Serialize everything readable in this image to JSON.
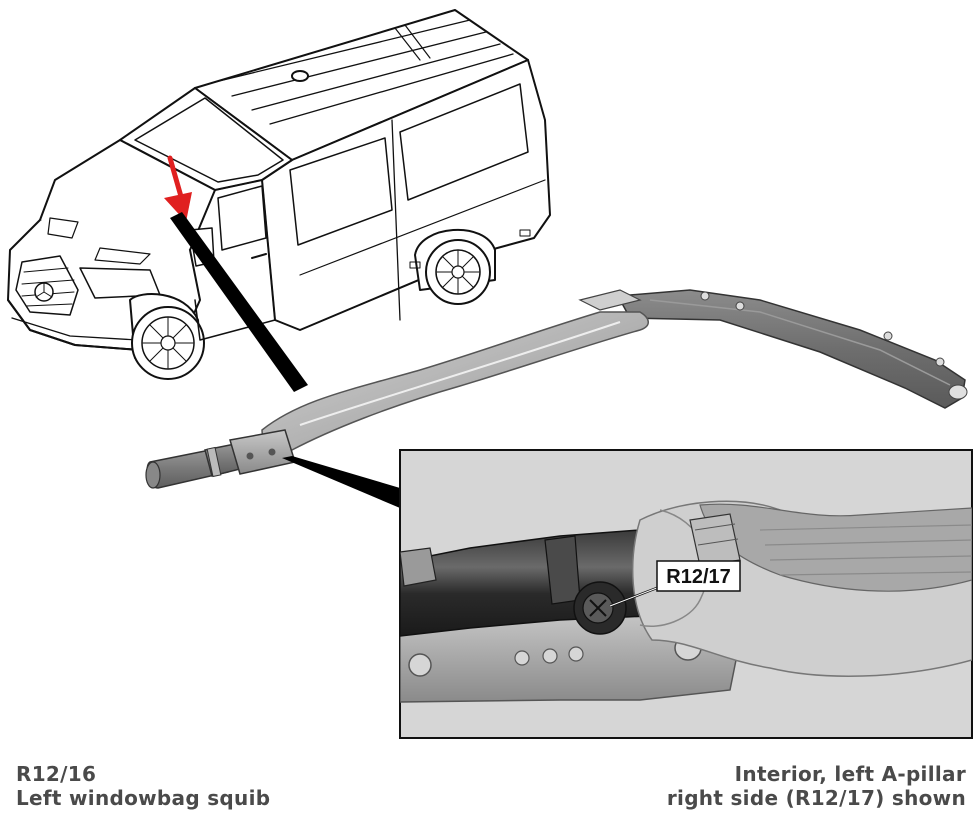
{
  "figure": {
    "callout_label": "R12/17",
    "location_arrow_color": "#e02020"
  },
  "caption": {
    "left": {
      "line1": "R12/16",
      "line2": "Left windowbag squib"
    },
    "right": {
      "line1": "Interior, left A-pillar",
      "line2": "right side (R12/17) shown"
    }
  }
}
